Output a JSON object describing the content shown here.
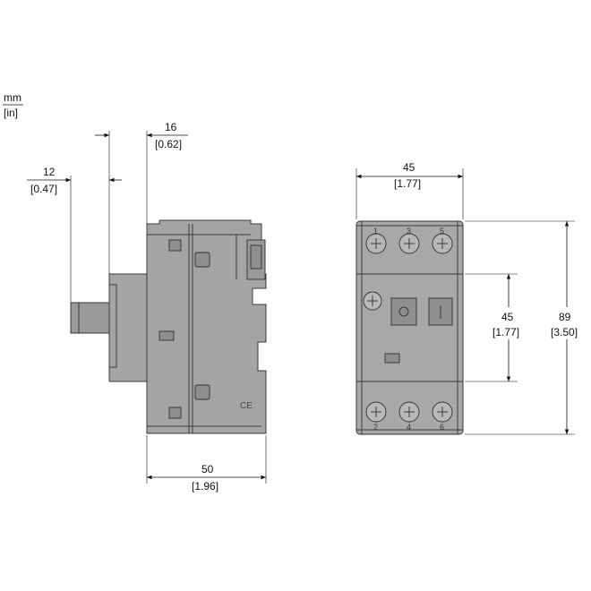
{
  "units": {
    "primary": "mm",
    "secondary": "[in]"
  },
  "side_view": {
    "dims": {
      "shaft": {
        "mm": "12",
        "in": "[0.47]"
      },
      "front_offset": {
        "mm": "16",
        "in": "[0.62]"
      },
      "depth": {
        "mm": "50",
        "in": "[1.96]"
      }
    },
    "mark": "CE"
  },
  "front_view": {
    "dims": {
      "width": {
        "mm": "45",
        "in": "[1.77]"
      },
      "height": {
        "mm": "89",
        "in": "[3.50]"
      },
      "center": {
        "mm": "45",
        "in": "[1.77]"
      }
    },
    "terminals_top": [
      "1",
      "3",
      "5"
    ],
    "terminals_bottom": [
      "2",
      "4",
      "6"
    ]
  }
}
